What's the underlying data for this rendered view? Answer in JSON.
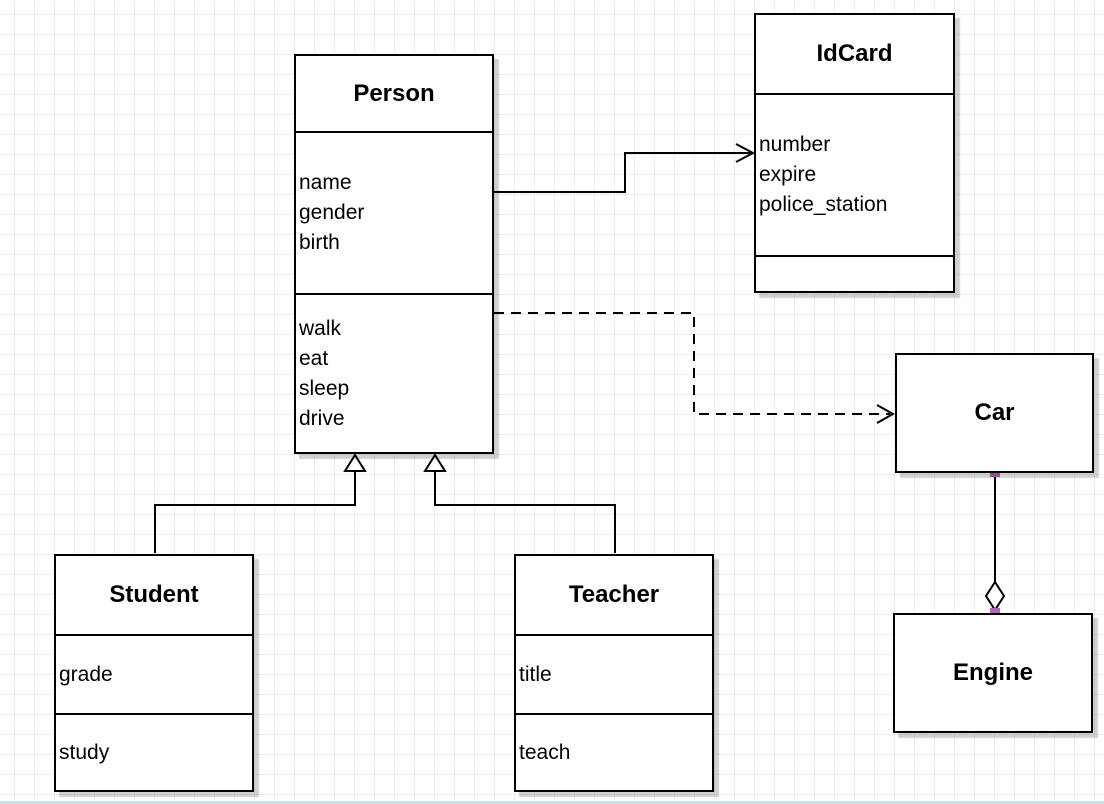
{
  "diagram": {
    "classes": {
      "person": {
        "title": "Person",
        "attributes": [
          "name",
          "gender",
          "birth"
        ],
        "methods": [
          "walk",
          "eat",
          "sleep",
          "drive"
        ]
      },
      "idcard": {
        "title": "IdCard",
        "attributes": [
          "number",
          "expire",
          "police_station"
        ],
        "methods": []
      },
      "car": {
        "title": "Car",
        "attributes": [],
        "methods": []
      },
      "engine": {
        "title": "Engine",
        "attributes": [],
        "methods": []
      },
      "student": {
        "title": "Student",
        "attributes": [
          "grade"
        ],
        "methods": [
          "study"
        ]
      },
      "teacher": {
        "title": "Teacher",
        "attributes": [
          "title"
        ],
        "methods": [
          "teach"
        ]
      }
    },
    "relations": [
      {
        "from": "Person",
        "to": "IdCard",
        "type": "association",
        "line": "solid",
        "arrow": "open-arrow"
      },
      {
        "from": "Person",
        "to": "Car",
        "type": "dependency",
        "line": "dashed",
        "arrow": "open-arrow"
      },
      {
        "from": "Student",
        "to": "Person",
        "type": "generalization",
        "line": "solid",
        "arrow": "hollow-triangle"
      },
      {
        "from": "Teacher",
        "to": "Person",
        "type": "generalization",
        "line": "solid",
        "arrow": "hollow-triangle"
      },
      {
        "from": "Car",
        "to": "Engine",
        "type": "aggregation",
        "line": "solid",
        "arrow": "hollow-diamond"
      }
    ]
  },
  "colors": {
    "line": "#000000",
    "box_fill": "#ffffff",
    "grid_line": "#ededed",
    "endpoint_handle": "#b264b4",
    "bottom_edge": "#cfdde5"
  }
}
